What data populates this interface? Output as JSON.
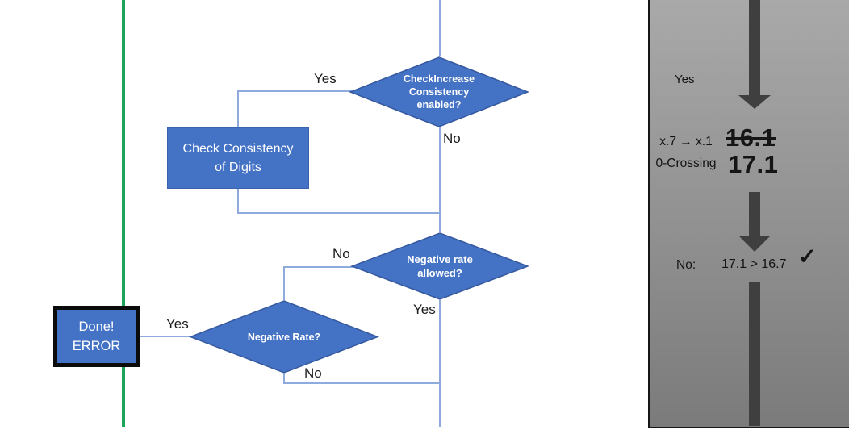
{
  "colors": {
    "shape_blue": "#4472C4",
    "shape_border": "#3a62ae",
    "connector_blue": "#8FAADC",
    "divider_green": "#1BA45A",
    "panel_gray_top": "#a9a9a9",
    "panel_gray_bottom": "#7b7b7b",
    "arrow_gray": "#3f3f3f",
    "done_border": "#0b0b0b"
  },
  "flowchart": {
    "decision_check_increase": "CheckIncrease\nConsistency\nenabled?",
    "process_check_consistency": "Check Consistency\nof Digits",
    "decision_negative_rate_allowed": "Negative rate\nallowed?",
    "decision_negative_rate": "Negative Rate?",
    "terminator_done_error": "Done!\nERROR",
    "labels": {
      "yes1": "Yes",
      "no1": "No",
      "no2": "No",
      "yes2": "Yes",
      "yes3": "Yes",
      "no3": "No"
    }
  },
  "side_panel": {
    "yes_label": "Yes",
    "transition_label": "x.7 → x.1\n0-Crossing",
    "old_value": "16.1",
    "new_value": "17.1",
    "result_label": "No:",
    "comparison": "17.1 > 16.7",
    "checkmark": "✓"
  }
}
